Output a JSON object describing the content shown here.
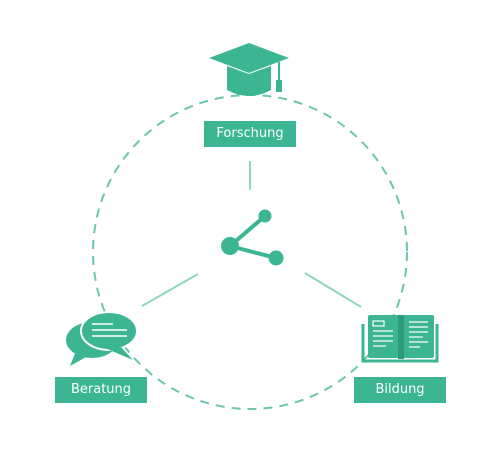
{
  "colors": {
    "accent": "#3bb592",
    "line": "#8fd6c0",
    "dash": "#6cc6aa",
    "background": "#ffffff"
  },
  "diagram": {
    "center_icon": "share-icon",
    "nodes": [
      {
        "id": "top",
        "label": "Forschung",
        "icon": "graduation-cap-icon"
      },
      {
        "id": "left",
        "label": "Beratung",
        "icon": "chat-bubbles-icon"
      },
      {
        "id": "right",
        "label": "Bildung",
        "icon": "open-book-icon"
      }
    ]
  }
}
